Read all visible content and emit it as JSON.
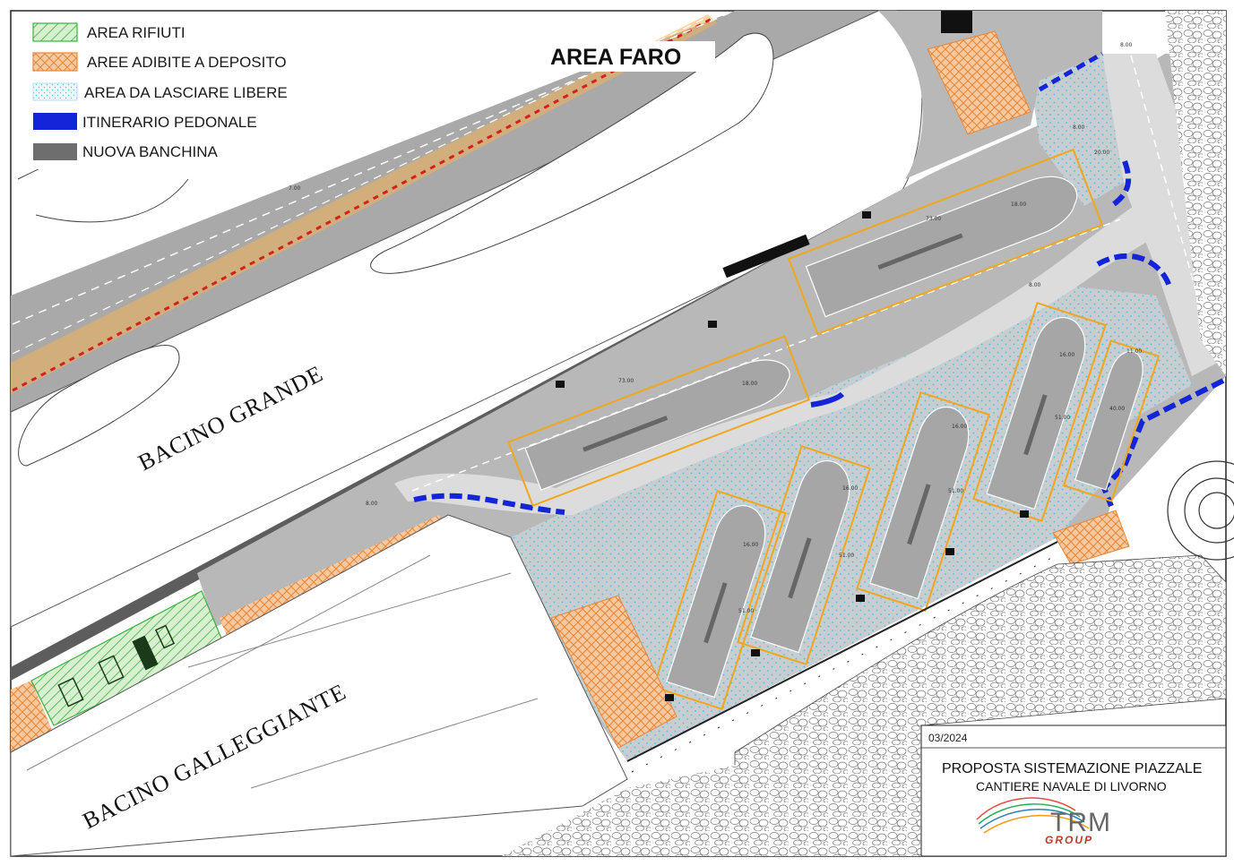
{
  "legend": {
    "items": [
      {
        "label": "AREA RIFIUTI",
        "kind": "rifiuti"
      },
      {
        "label": "AREE ADIBITE A DEPOSITO",
        "kind": "deposito"
      },
      {
        "label": "AREA DA LASCIARE LIBERE",
        "kind": "libere"
      },
      {
        "label": "ITINERARIO PEDONALE",
        "kind": "pedonale"
      },
      {
        "label": "NUOVA BANCHINA",
        "kind": "banchina"
      }
    ]
  },
  "labels": {
    "area_faro": "AREA FARO",
    "bacino_grande": "BACINO GRANDE",
    "bacino_galleggiante": "BACINO GALLEGGIANTE"
  },
  "dimensions": {
    "d700": "7.00",
    "d800a": "8.00",
    "d800b": "8.00",
    "d800c": "8.00",
    "d800d": "8.00",
    "d7300a": "73.00",
    "d7300b": "73.00",
    "d1800a": "18.00",
    "d1800b": "18.00",
    "d2000": "20.00",
    "d1600a": "16.00",
    "d1600b": "16.00",
    "d1600c": "16.00",
    "d1600d": "16.00",
    "d1100": "11.00",
    "d5100a": "51.00",
    "d5100b": "51.00",
    "d5100c": "51.00",
    "d5100d": "51.00",
    "d4000": "40.00"
  },
  "title_block": {
    "date": "03/2024",
    "title": "PROPOSTA SISTEMAZIONE PIAZZALE",
    "subtitle": "CANTIERE NAVALE DI LIVORNO",
    "logo_text": "TRM",
    "logo_sub": "GROUP"
  },
  "colors": {
    "deposito": "#e8883a",
    "rifiuti": "#3cb043",
    "libere": "#56c8e0",
    "pedonale": "#1424d8",
    "banchina": "#6e6e6e",
    "outline_orange": "#f2a71b",
    "ground": "#b9b9b9",
    "road": "#9a9a9a"
  }
}
